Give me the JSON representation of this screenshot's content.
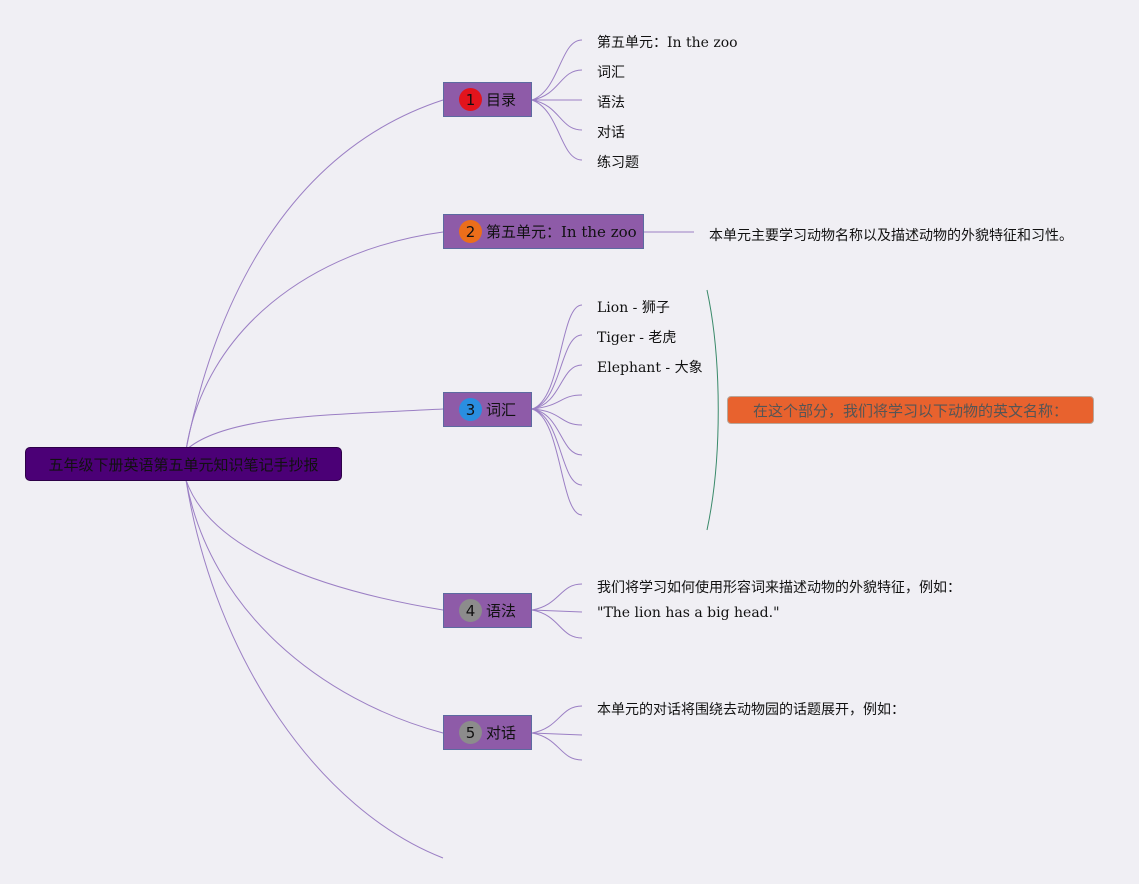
{
  "root": {
    "label": "五年级下册英语第五单元知识笔记手抄报"
  },
  "branches": [
    {
      "number": "1",
      "label": "目录",
      "badge_color": "#e2141c"
    },
    {
      "number": "2",
      "label": "第五单元：In the zoo",
      "badge_color": "#ec6e1a"
    },
    {
      "number": "3",
      "label": "词汇",
      "badge_color": "#2a8ee0"
    },
    {
      "number": "4",
      "label": "语法",
      "badge_color": "#8c8c8c"
    },
    {
      "number": "5",
      "label": "对话",
      "badge_color": "#8c8c8c"
    }
  ],
  "toc": [
    "第五单元：In the zoo",
    "词汇",
    "语法",
    "对话",
    "练习题"
  ],
  "unit_summary": "本单元主要学习动物名称以及描述动物的外貌特征和习性。",
  "vocabulary": [
    "Lion - 狮子",
    "Tiger - 老虎",
    "Elephant - 大象"
  ],
  "vocabulary_note": "在这个部分，我们将学习以下动物的英文名称：",
  "grammar": [
    "我们将学习如何使用形容词来描述动物的外貌特征，例如：",
    "\"The lion has a big head.\""
  ],
  "dialogue": [
    "本单元的对话将围绕去动物园的话题展开，例如："
  ],
  "colors": {
    "background": "#f0eff4",
    "root_fill": "#4b0076",
    "branch_fill": "#8e5ba8",
    "connector": "#9b7fc4",
    "bracket": "#3a8a6a",
    "note_fill": "#e8622e"
  }
}
